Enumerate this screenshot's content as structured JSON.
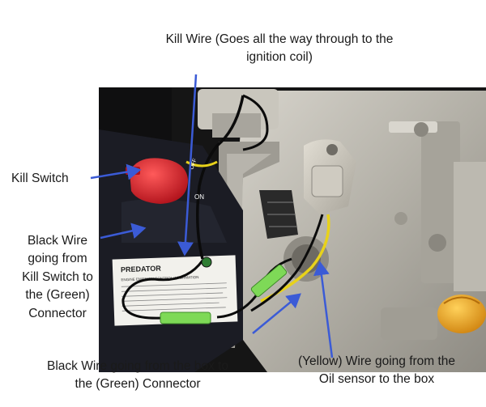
{
  "annotations": {
    "kill_wire": "Kill Wire (Goes all the way through to the\nignition coil)",
    "kill_switch": "Kill Switch",
    "black_wire_kill_switch": "Black Wire\ngoing from\nKill Switch to\nthe (Green)\nConnector",
    "black_wire_box": "Black Wire going from the box to\nthe (Green) Connector",
    "yellow_wire": "(Yellow) Wire going from the\nOil sensor to the box"
  },
  "switch_labels": {
    "off": "OFF",
    "on": "ON"
  },
  "sticker": {
    "brand": "PREDATOR",
    "line1": "ENGINE EMISSION CONTROL INFORMATION"
  },
  "colors": {
    "arrow": "#3b5bd6",
    "engine_metal": "#b9b6ad",
    "kill_switch": "#d4202a",
    "yellow_wire": "#e8d21a",
    "green_connector": "#7ed957",
    "oil_cap": "#f0a818"
  }
}
